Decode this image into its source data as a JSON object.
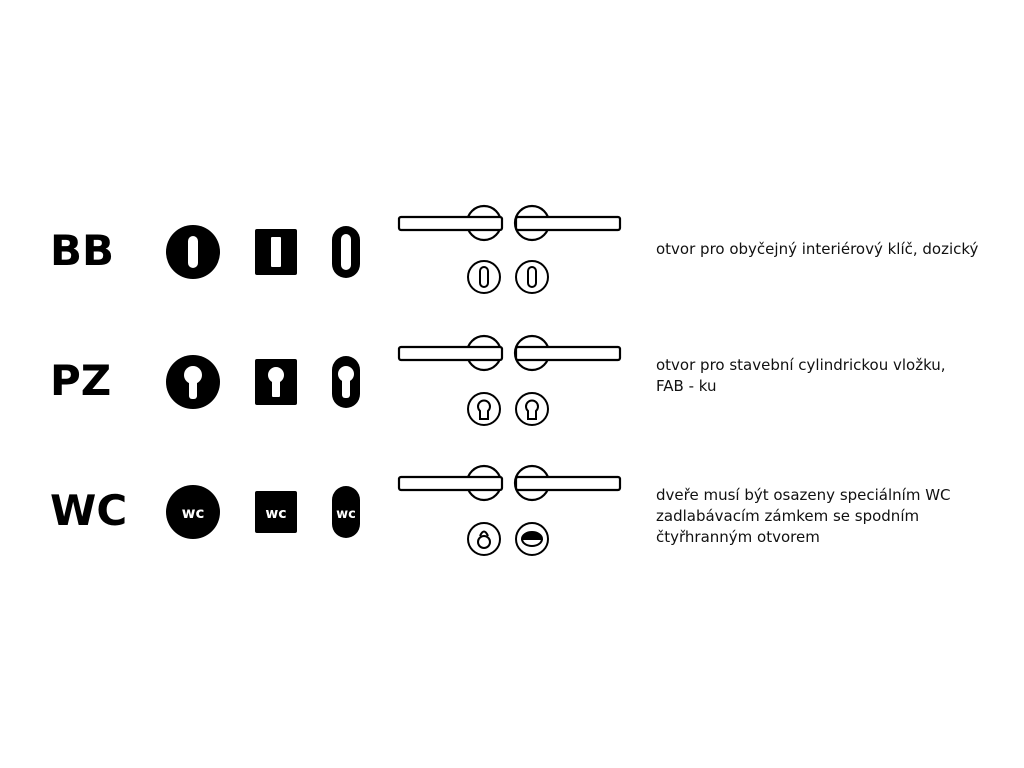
{
  "rows": [
    {
      "code": "BB",
      "description_lines": [
        "otvor pro obyčejný interiérový klíč, dozický"
      ],
      "hole_type": "keyhole-bb"
    },
    {
      "code": "PZ",
      "description_lines": [
        "otvor pro stavební cylindrickou vložku,",
        "FAB - ku"
      ],
      "hole_type": "keyhole-pz"
    },
    {
      "code": "WC",
      "description_lines": [
        "dveře musí být osazeny speciálním WC",
        "zadlabávacím zámkem se spodním",
        "čtyřhranným otvorem"
      ],
      "hole_type": "wc-lock",
      "wc_label": "wc"
    }
  ],
  "colors": {
    "fill": "#000000",
    "background": "#ffffff"
  }
}
